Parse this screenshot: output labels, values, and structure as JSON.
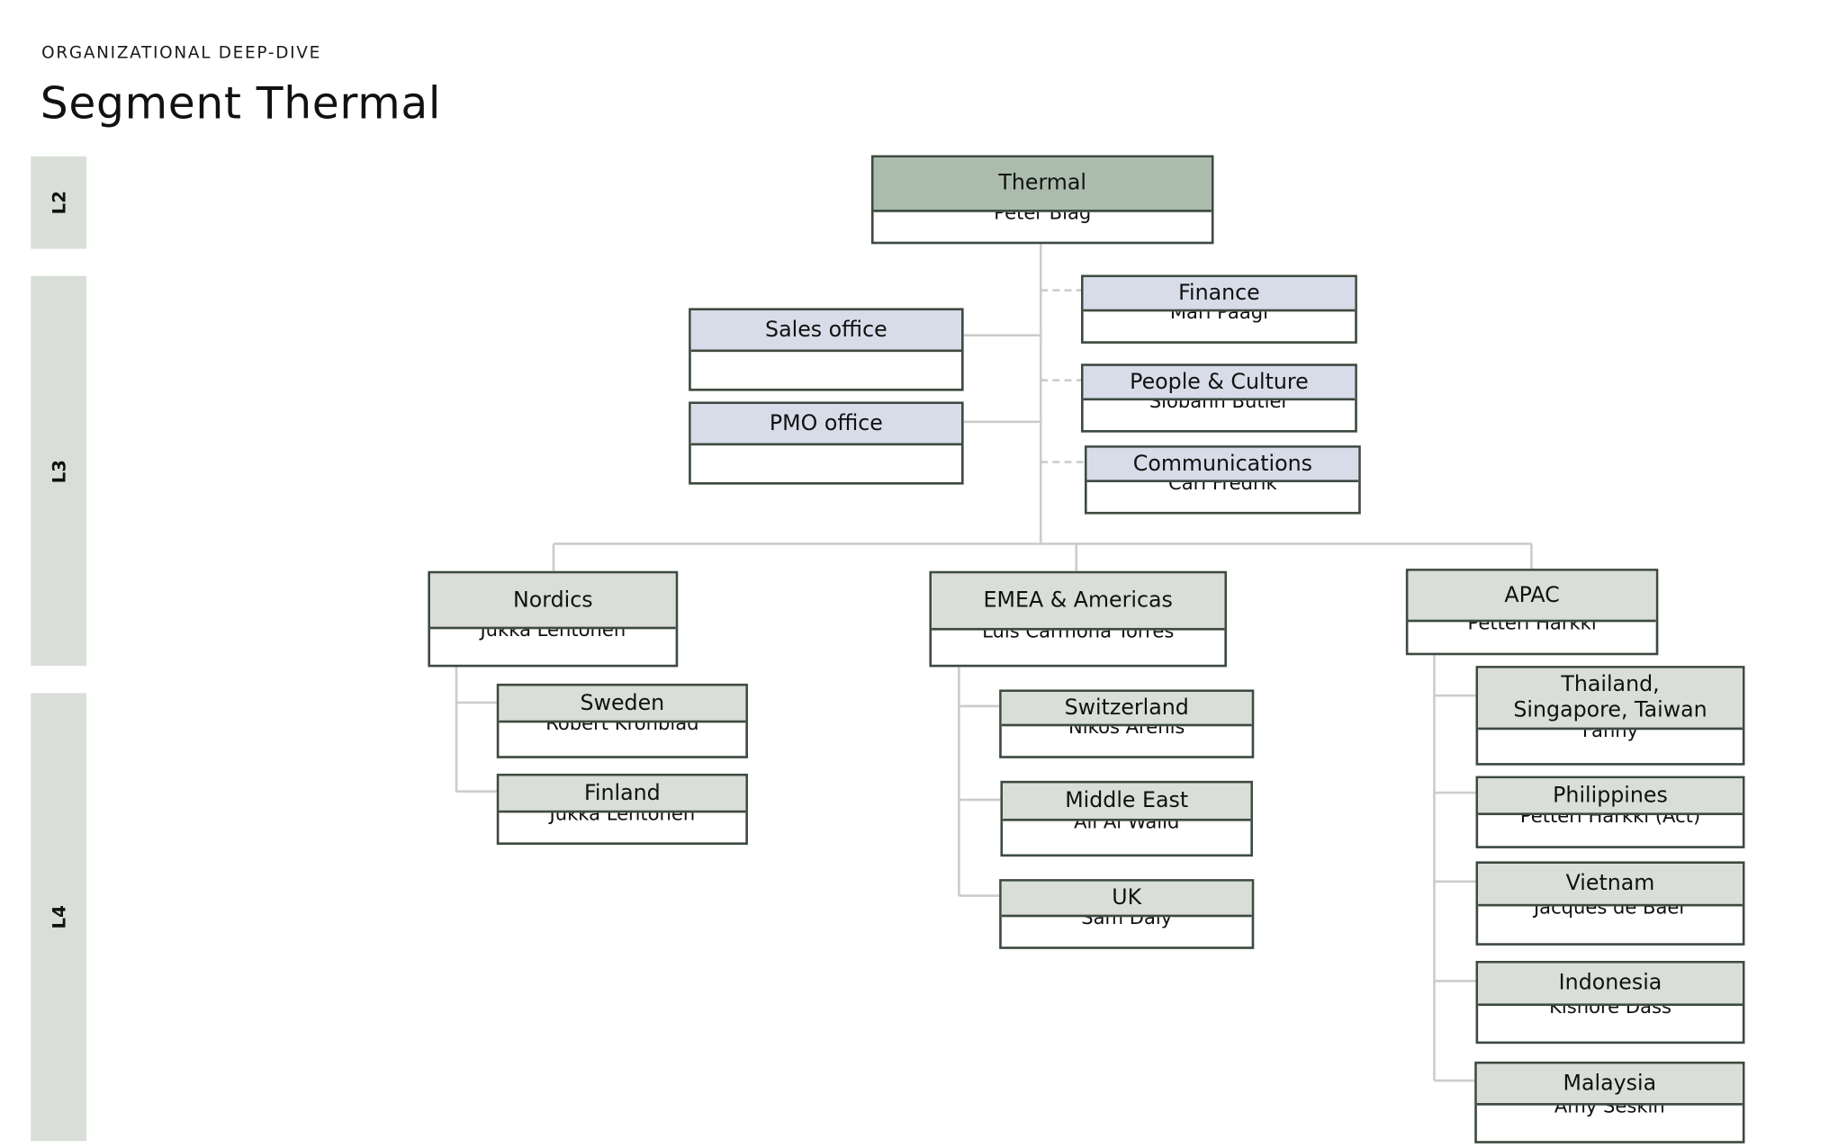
{
  "page": {
    "eyebrow": "ORGANIZATIONAL DEEP-DIVE",
    "title": "Segment Thermal"
  },
  "levels": [
    "L2",
    "L3",
    "L4"
  ],
  "colors": {
    "top_header": "#acbcac",
    "staff_header": "#d7dce8",
    "unit_header": "#d9dfd8",
    "border": "#3d4a40",
    "connector": "#cccccc"
  },
  "nodes": {
    "thermal": {
      "label": "Thermal",
      "person": "Peter Blag"
    },
    "finance": {
      "label": "Finance",
      "person": "Mari Paagi"
    },
    "people_culture": {
      "label": "People & Culture",
      "person": "Siobahn Butler"
    },
    "communications": {
      "label": "Communications",
      "person": "Carl Fredrik"
    },
    "sales_office": {
      "label": "Sales office",
      "person": ""
    },
    "pmo_office": {
      "label": "PMO office",
      "person": ""
    },
    "nordics": {
      "label": "Nordics",
      "person": "Jukka Lehtonen"
    },
    "emea": {
      "label": "EMEA & Americas",
      "person": "Luis Carmona Torres"
    },
    "apac": {
      "label": "APAC",
      "person": "Petteri Harkki"
    },
    "sweden": {
      "label": "Sweden",
      "person": "Robert Kronblad"
    },
    "finland": {
      "label": "Finland",
      "person": "Jukka Lehtonen"
    },
    "switzerland": {
      "label": "Switzerland",
      "person": "Nikos Arenis"
    },
    "middle_east": {
      "label": "Middle East",
      "person": "Ali Al Walid"
    },
    "uk": {
      "label": "UK",
      "person": "Sam Daly"
    },
    "tst": {
      "label": "Thailand, Singapore, Taiwan",
      "person": "Fanny"
    },
    "philippines": {
      "label": "Philippines",
      "person": "Petteri Harkki (Act)"
    },
    "vietnam": {
      "label": "Vietnam",
      "person": "Jacques de Baer"
    },
    "indonesia": {
      "label": "Indonesia",
      "person": "Kishore Dass"
    },
    "malaysia": {
      "label": "Malaysia",
      "person": "Amy Seskin"
    }
  }
}
